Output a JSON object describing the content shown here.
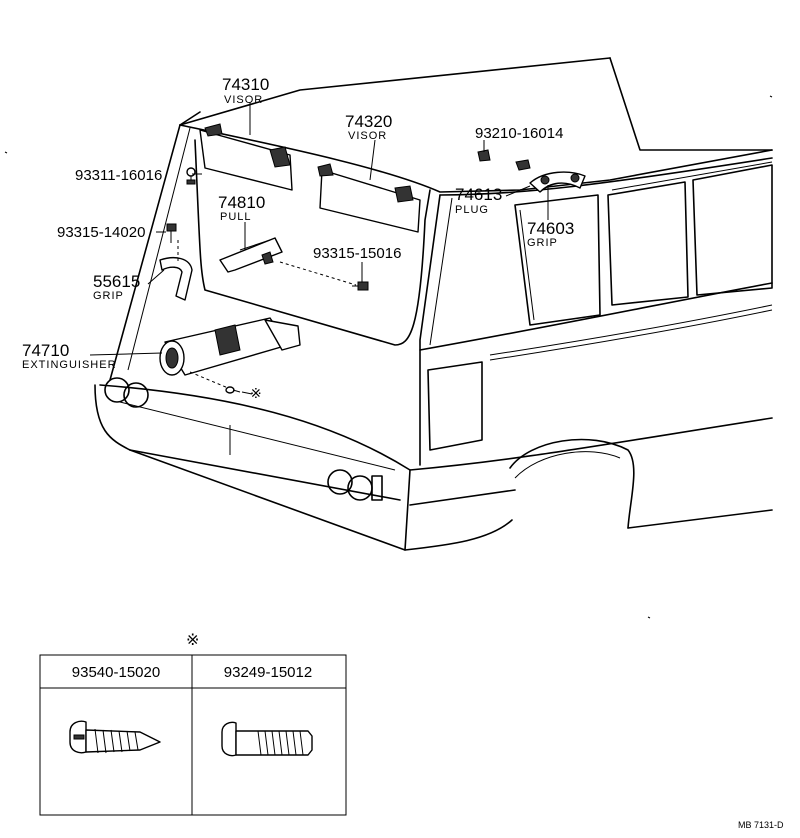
{
  "callouts": [
    {
      "id": "74310",
      "number": "74310",
      "name": "VISOR"
    },
    {
      "id": "74320",
      "number": "74320",
      "name": "VISOR"
    },
    {
      "id": "93210-16014",
      "number": "93210-16014",
      "name": ""
    },
    {
      "id": "93311-16016",
      "number": "93311-16016",
      "name": ""
    },
    {
      "id": "74613",
      "number": "74613",
      "name": "PLUG"
    },
    {
      "id": "74810",
      "number": "74810",
      "name": "PULL"
    },
    {
      "id": "74603",
      "number": "74603",
      "name": "GRIP"
    },
    {
      "id": "93315-14020",
      "number": "93315-14020",
      "name": ""
    },
    {
      "id": "93315-15016",
      "number": "93315-15016",
      "name": ""
    },
    {
      "id": "55615",
      "number": "55615",
      "name": "GRIP"
    },
    {
      "id": "74710",
      "number": "74710",
      "name": "EXTINGUISHER"
    }
  ],
  "asterisk_symbol": "※",
  "fastener_table": {
    "marker": "※",
    "columns": [
      "93540-15020",
      "93249-15012"
    ]
  },
  "diagram_code": "MB 7131-D"
}
